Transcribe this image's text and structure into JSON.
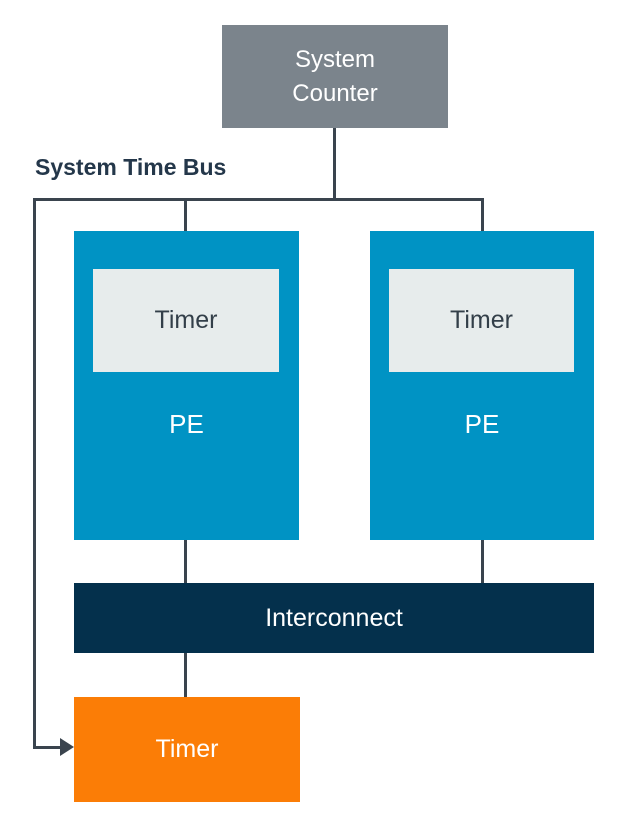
{
  "diagram": {
    "bus_label": "System Time Bus",
    "system_counter": {
      "label": "System\nCounter"
    },
    "pe_left": {
      "label": "PE",
      "timer_label": "Timer"
    },
    "pe_right": {
      "label": "PE",
      "timer_label": "Timer"
    },
    "interconnect": {
      "label": "Interconnect"
    },
    "system_timer": {
      "label": "Timer"
    },
    "colors": {
      "counter_gray": "#7b848c",
      "pe_blue": "#0093c4",
      "timer_gray": "#e7ecec",
      "interconnect_navy": "#04304c",
      "timer_orange": "#fb7d06",
      "connector": "#3a444e",
      "timer_text": "#333f49",
      "bus_label_text": "#24374a"
    }
  }
}
